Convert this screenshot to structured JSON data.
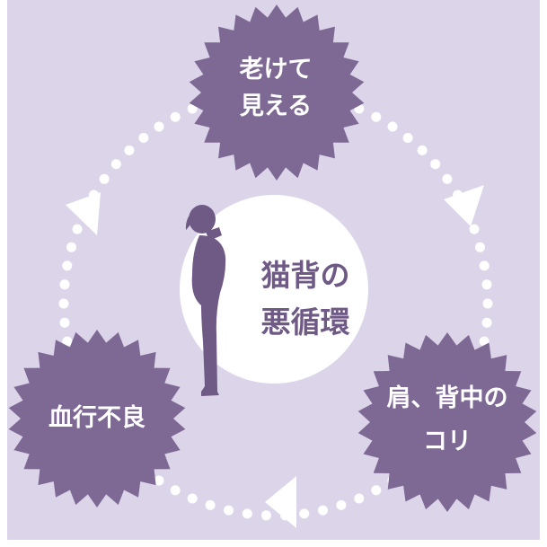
{
  "colors": {
    "background": "#DCD5EA",
    "node_fill": "#7E6995",
    "center_fill": "#FFFFFF",
    "center_text": "#6F5A86",
    "arrow": "#FFFFFF",
    "figure": "#6F5A86"
  },
  "center": {
    "line1": "猫背の",
    "line2": "悪循環",
    "figure_icon": "person-standing-slouched-icon"
  },
  "nodes": {
    "top": {
      "line1": "老けて",
      "line2": "見える"
    },
    "right": {
      "line1": "肩、背中の",
      "line2": "コリ"
    },
    "left": {
      "line1": "血行不良"
    }
  }
}
